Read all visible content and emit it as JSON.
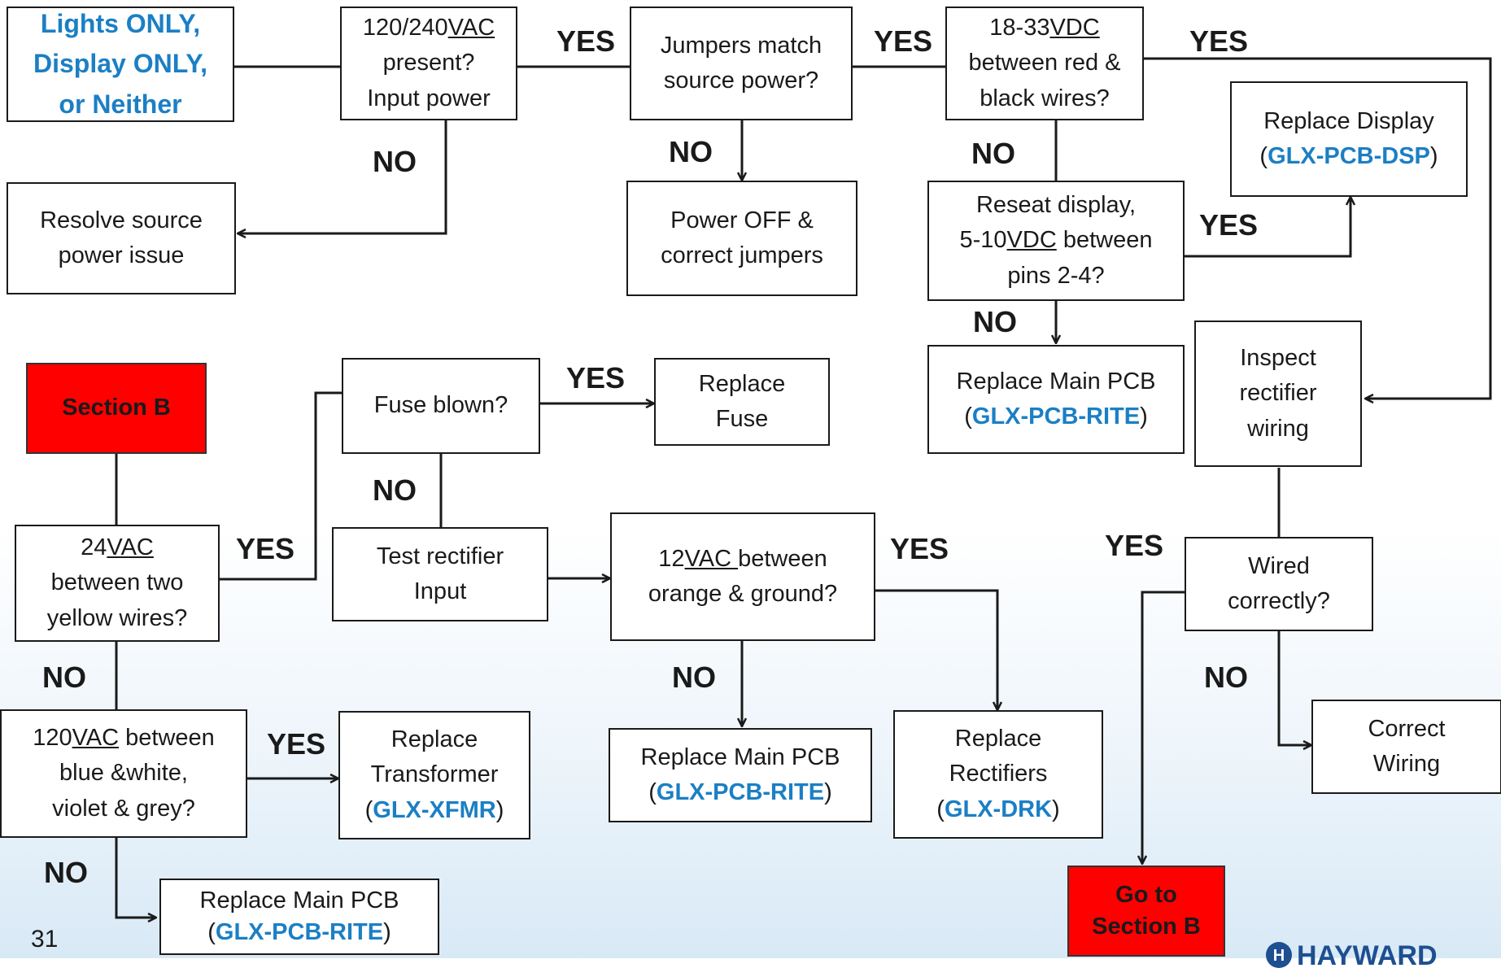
{
  "page_number": "31",
  "logo_text": "HAYWARD",
  "nodes": {
    "start": {
      "lines": [
        "Lights ONLY,",
        "Display ONLY,",
        "or Neither"
      ]
    },
    "input_power": {
      "lines": [
        "120/240|VAC",
        "present?",
        "Input power"
      ]
    },
    "jumpers": {
      "lines": [
        "Jumpers match",
        "source power?"
      ]
    },
    "vdc_check": {
      "lines": [
        "18-33|VDC",
        "between red &",
        "black wires?"
      ]
    },
    "replace_display": {
      "lines": [
        "Replace Display"
      ],
      "part": "GLX-PCB-DSP"
    },
    "resolve_power": {
      "lines": [
        "Resolve source",
        "power issue"
      ]
    },
    "power_off": {
      "lines": [
        "Power OFF &",
        "correct jumpers"
      ]
    },
    "reseat": {
      "lines": [
        "Reseat display,",
        "5-10|VDC| between",
        "pins 2-4?"
      ]
    },
    "replace_main_top": {
      "lines": [
        "Replace Main PCB"
      ],
      "part": "GLX-PCB-RITE"
    },
    "inspect_rect": {
      "lines": [
        "Inspect",
        "rectifier",
        "wiring"
      ]
    },
    "section_b": {
      "lines": [
        "Section B"
      ]
    },
    "fuse_blown": {
      "lines": [
        "Fuse blown?"
      ]
    },
    "replace_fuse": {
      "lines": [
        "Replace",
        "Fuse"
      ]
    },
    "vac24": {
      "lines": [
        "24|VAC",
        "between two",
        "yellow wires?"
      ]
    },
    "test_rect": {
      "lines": [
        "Test rectifier",
        "Input"
      ]
    },
    "vac12": {
      "lines": [
        "12|VAC |between",
        "orange & ground?"
      ]
    },
    "wired": {
      "lines": [
        "Wired",
        "correctly?"
      ]
    },
    "vac120": {
      "lines": [
        "120|VAC| between",
        "blue &white,",
        "violet & grey?"
      ]
    },
    "replace_xfmr": {
      "lines": [
        "Replace",
        "Transformer"
      ],
      "part": "GLX-XFMR"
    },
    "replace_main_mid": {
      "lines": [
        "Replace Main PCB"
      ],
      "part": "GLX-PCB-RITE"
    },
    "replace_rect": {
      "lines": [
        "Replace",
        "Rectifiers"
      ],
      "part": "GLX-DRK"
    },
    "correct_wiring": {
      "lines": [
        "Correct",
        "Wiring"
      ]
    },
    "replace_main_bot": {
      "lines": [
        "Replace Main PCB"
      ],
      "part": "GLX-PCB-RITE"
    },
    "go_section_b": {
      "lines": [
        "Go to",
        "Section B"
      ]
    }
  },
  "labels": {
    "yes": "YES",
    "no": "NO"
  },
  "colors": {
    "accent_blue": "#1b7fc4",
    "section_red": "#ff0000",
    "line": "#1a1a1a"
  }
}
